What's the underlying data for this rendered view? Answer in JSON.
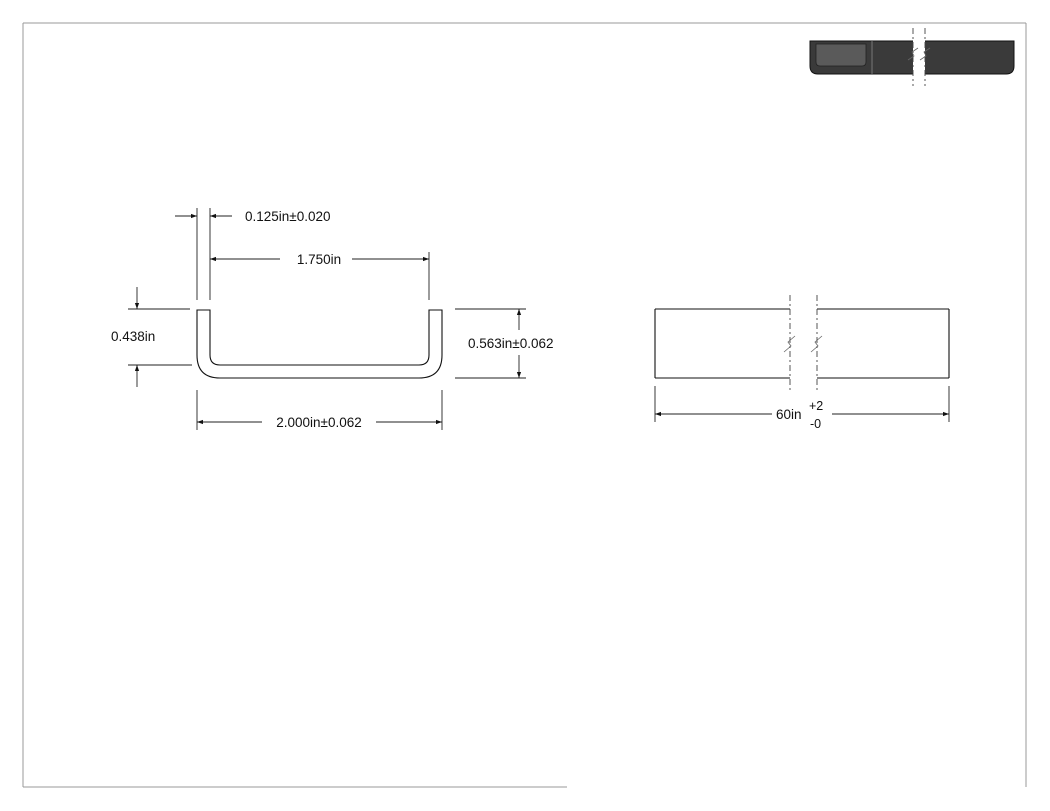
{
  "drawing": {
    "dimensions": {
      "wall_thickness": "0.125in±0.020",
      "inner_width": "1.750in",
      "inner_height": "0.438in",
      "outer_height": "0.563in±0.062",
      "outer_width": "2.000in±0.062",
      "length_base": "60in",
      "length_tol_plus": "+2",
      "length_tol_minus": "-0"
    },
    "colors": {
      "line": "#111111",
      "iso_fill": "#3a3a3a",
      "frame": "#999999"
    }
  }
}
